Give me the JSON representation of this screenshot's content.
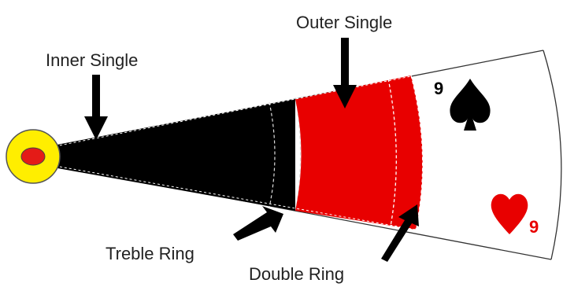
{
  "labels": {
    "outer_single": "Outer Single",
    "inner_single": "Inner Single",
    "treble_ring": "Treble Ring",
    "double_ring": "Double Ring"
  },
  "cards": {
    "spade_number": "9",
    "heart_number": "9"
  },
  "colors": {
    "bull_outer": "#ffee00",
    "bull_inner": "#e41b17",
    "black_segment": "#000000",
    "red_segment": "#e80000",
    "heart": "#e80000",
    "spade": "#000000"
  }
}
